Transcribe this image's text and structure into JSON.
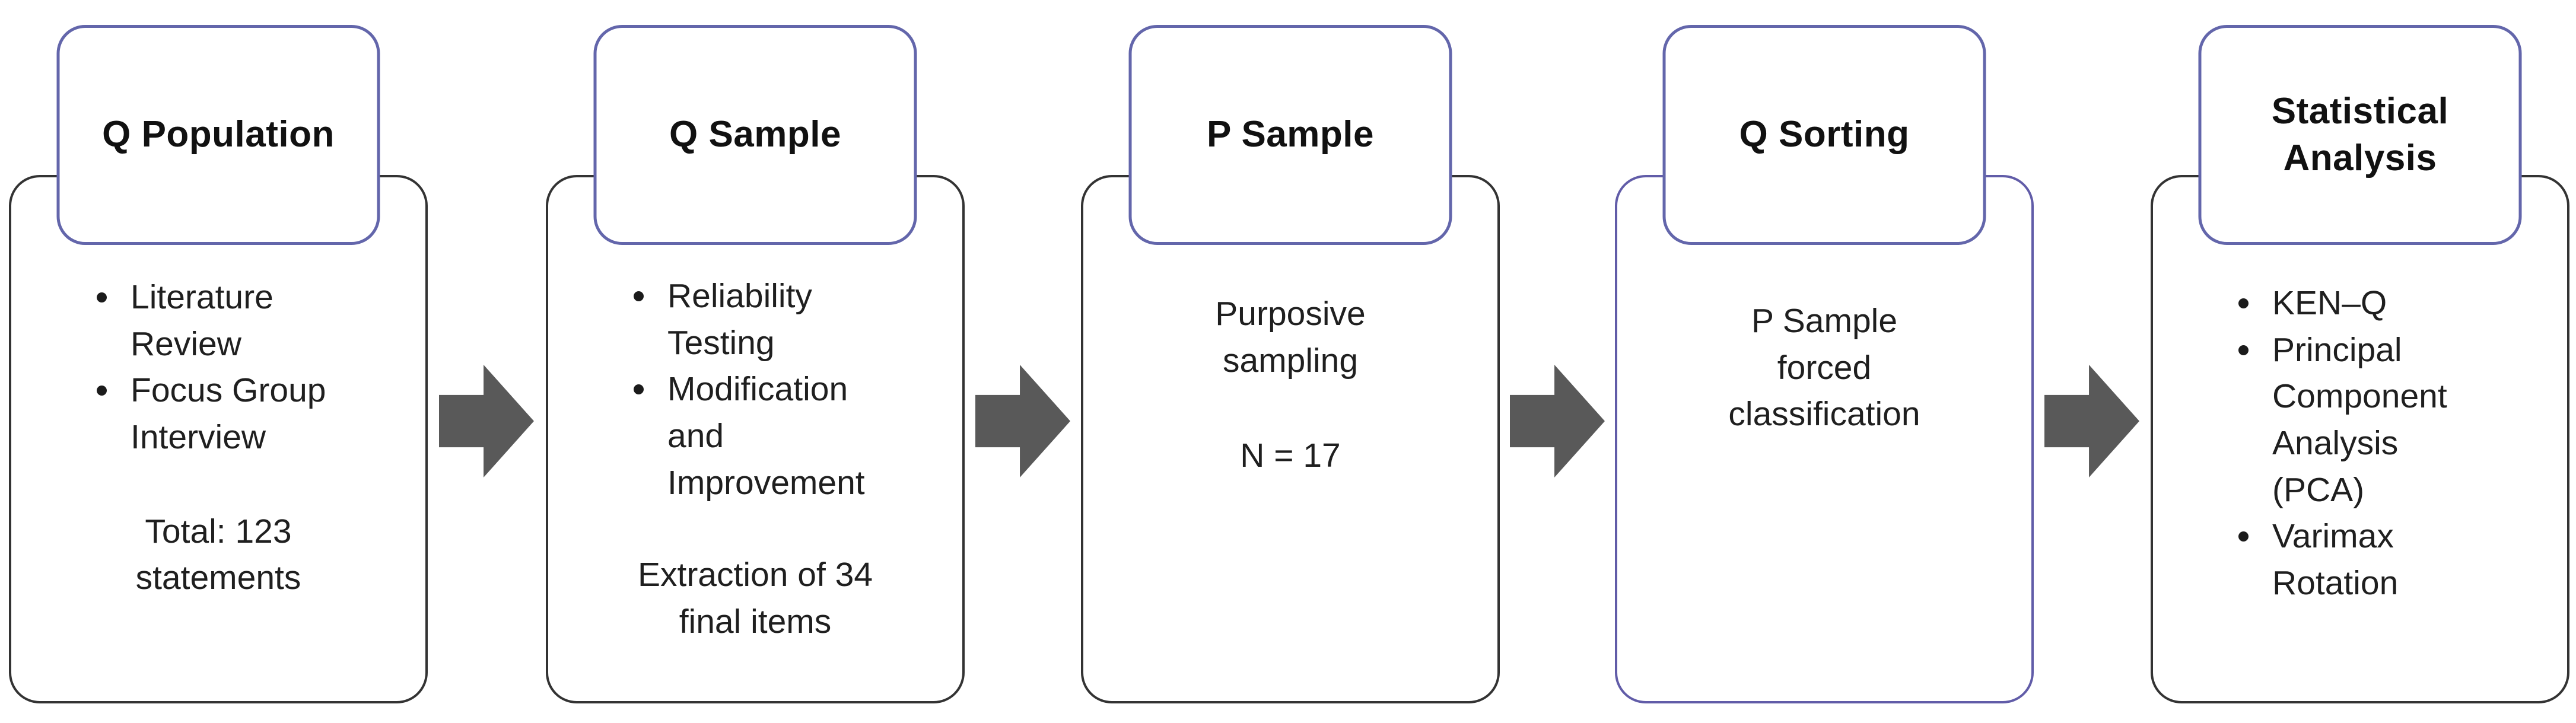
{
  "figure": {
    "type": "flow-diagram",
    "direction": "left-to-right",
    "stage_count": 5
  },
  "colors": {
    "header_border": "#6366AB",
    "body_border": "#333333",
    "highlighted_body_border": "#615CA8",
    "arrow": "#595959",
    "text": "#1f1f1f",
    "background": "#ffffff"
  },
  "arrows": {
    "glyph": "right-arrow",
    "count": 4
  },
  "columns": [
    {
      "title": "Q Population",
      "bullets": [
        "Literature\nReview",
        "Focus Group\nInterview"
      ],
      "note": "Total: 123\nstatements"
    },
    {
      "title": "Q Sample",
      "bullets": [
        "Reliability\nTesting",
        "Modification\nand\nImprovement"
      ],
      "note": "Extraction of 34\nfinal items"
    },
    {
      "title": "P Sample",
      "paragraphs": [
        "Purposive\nsampling",
        "N = 17"
      ]
    },
    {
      "title": "Q Sorting",
      "paragraphs": [
        "P Sample\nforced\nclassification"
      ]
    },
    {
      "title": "Statistical\nAnalysis",
      "bullets": [
        "KEN–Q",
        "Principal\nComponent\nAnalysis\n(PCA)",
        "Varimax\nRotation"
      ]
    }
  ]
}
